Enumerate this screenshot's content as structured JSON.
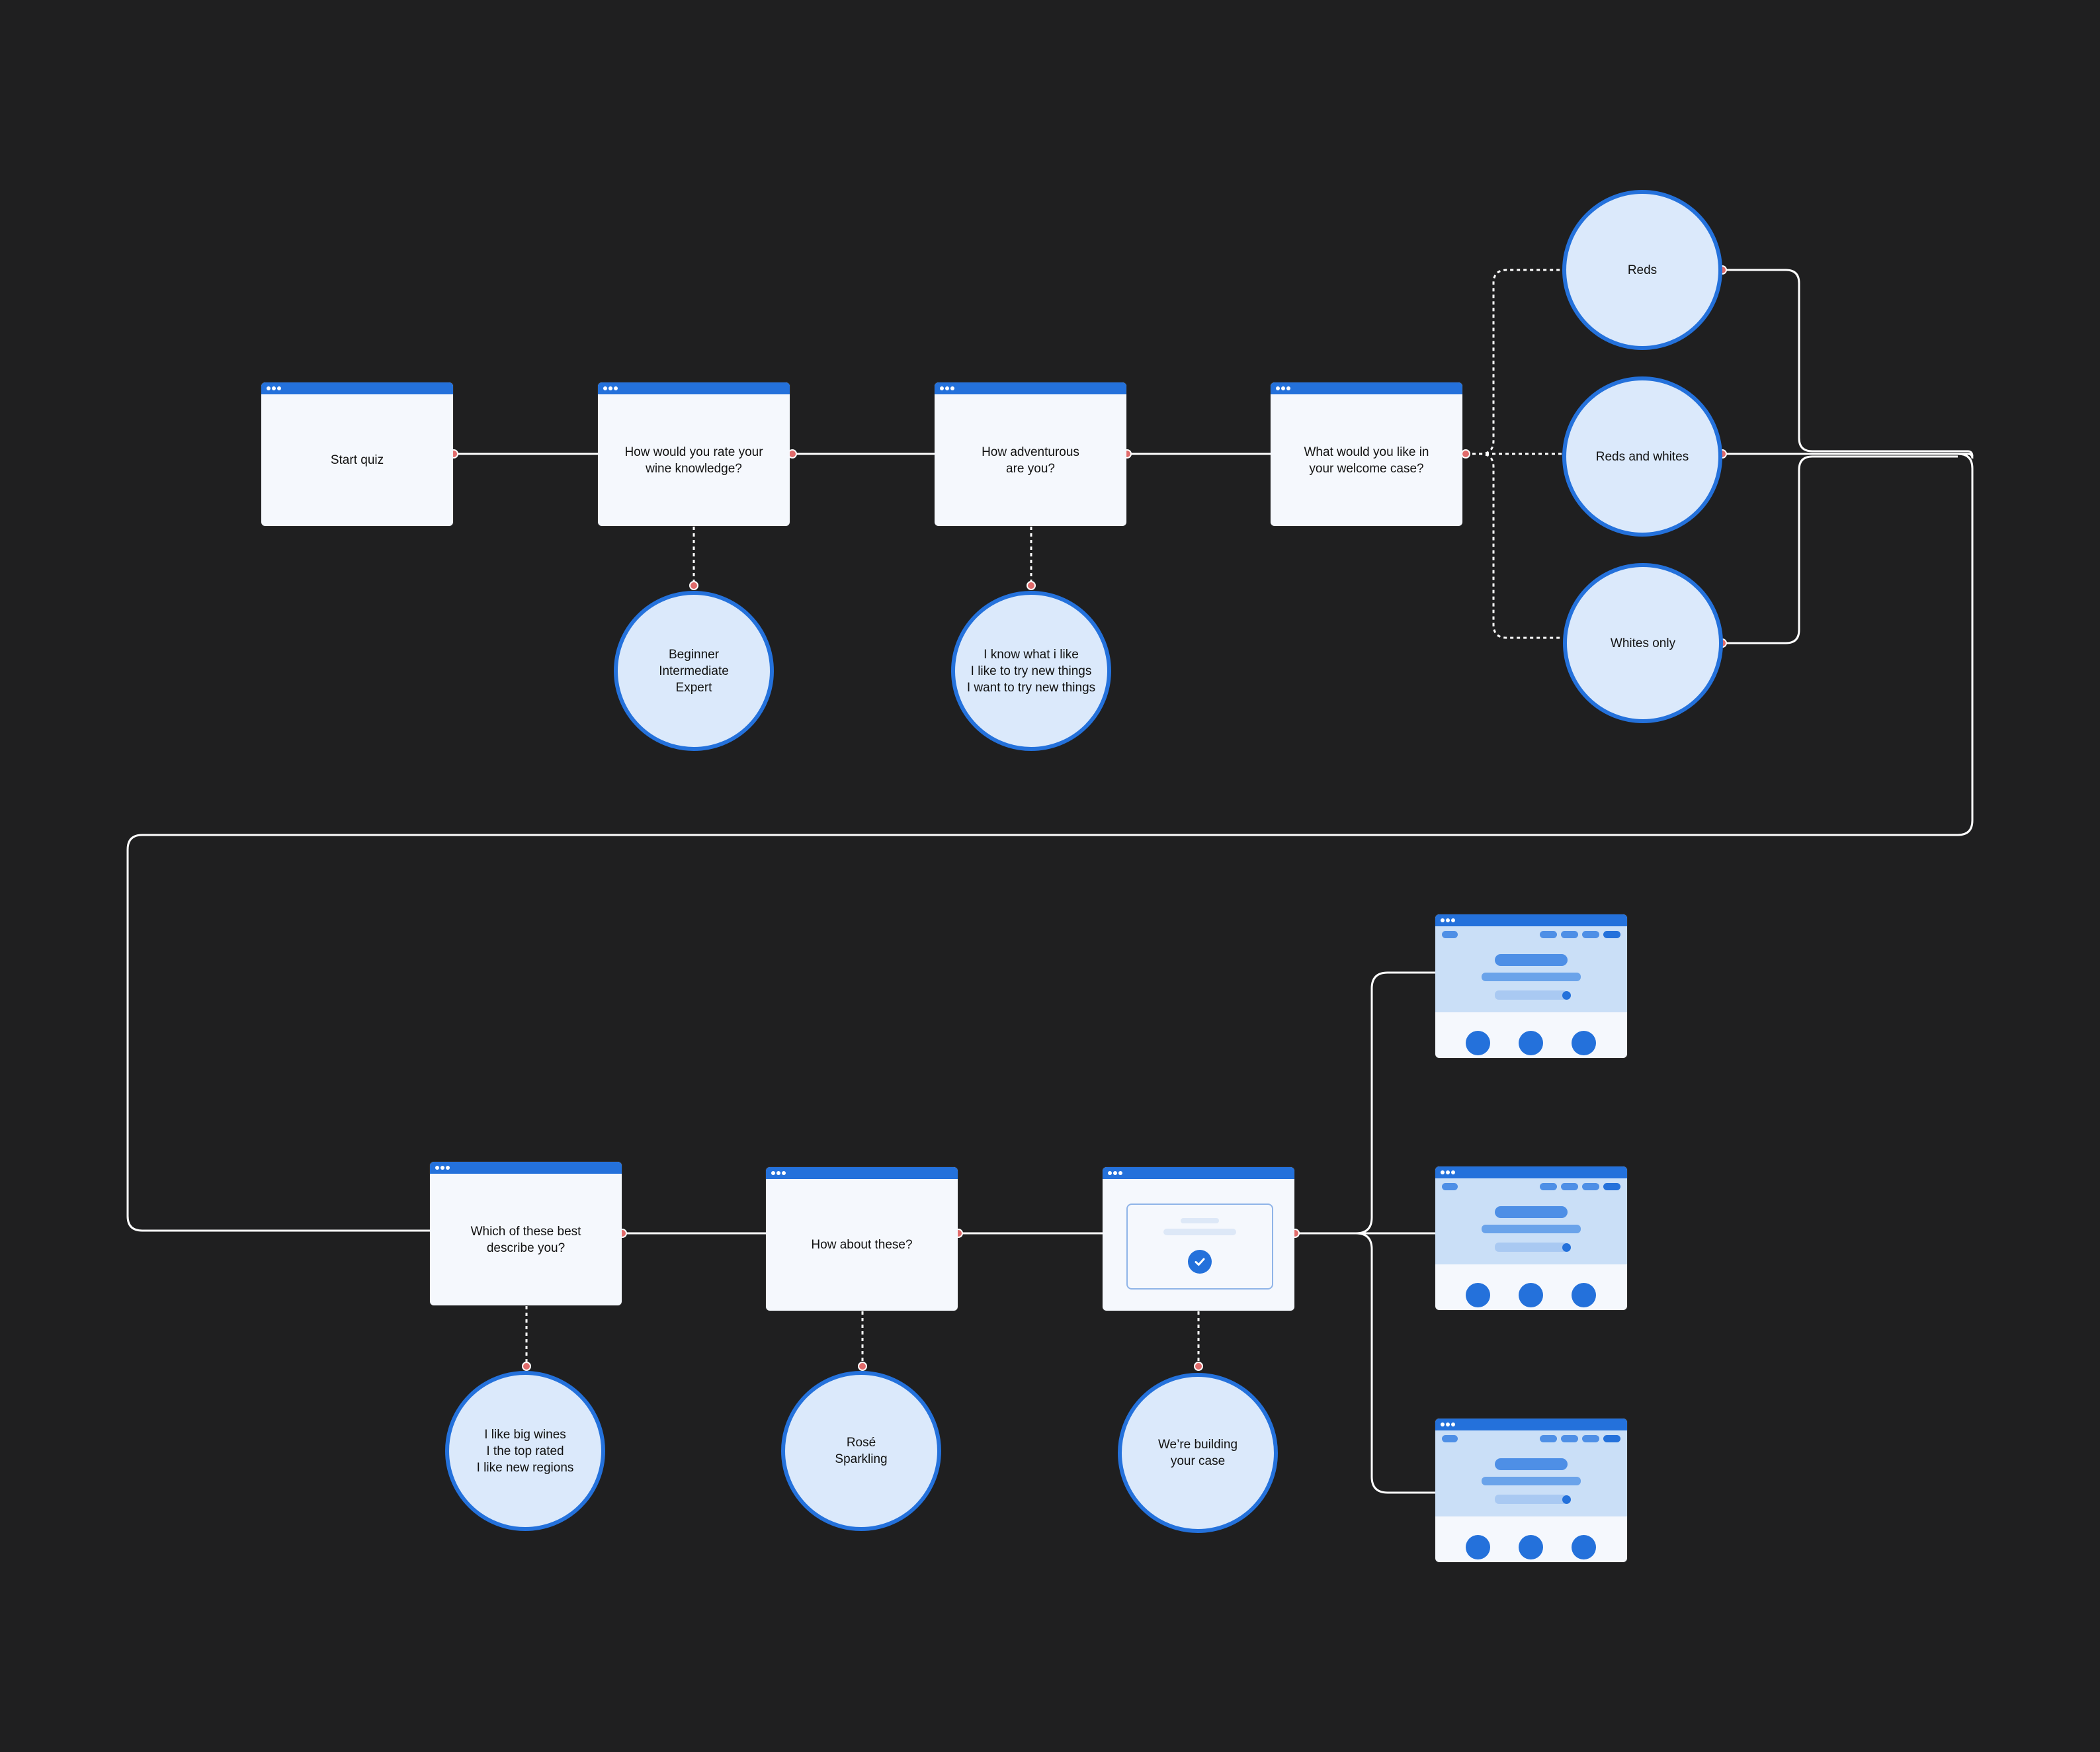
{
  "screens": {
    "start": {
      "label": "Start quiz"
    },
    "knowledge": {
      "label": "How would you rate your\nwine knowledge?"
    },
    "adventurous": {
      "label": "How adventurous\nare you?"
    },
    "welcome_case": {
      "label": "What would you like in\nyour welcome case?"
    },
    "describe": {
      "label": "Which of these best\ndescribe you?"
    },
    "how_about": {
      "label": "How about these?"
    }
  },
  "bubbles": {
    "knowledge_options": "Beginner\nIntermediate\nExpert",
    "adventurous_options": "I know what i like\nI like to try new things\nI want to try new things",
    "reds": "Reds",
    "reds_whites": "Reds and whites",
    "whites_only": "Whites only",
    "describe_options": "I like big wines\nI the top rated\nI like new regions",
    "extras_options": "Rosé\nSparkling",
    "building": "We’re building\nyour case"
  },
  "colors": {
    "background": "#1f1f20",
    "accent": "#2471db",
    "bubble_fill": "#dbe9fb",
    "connector": "#ffffff",
    "port": "#e06b6b"
  },
  "icons": {
    "confirmation": "check-circle-icon"
  }
}
